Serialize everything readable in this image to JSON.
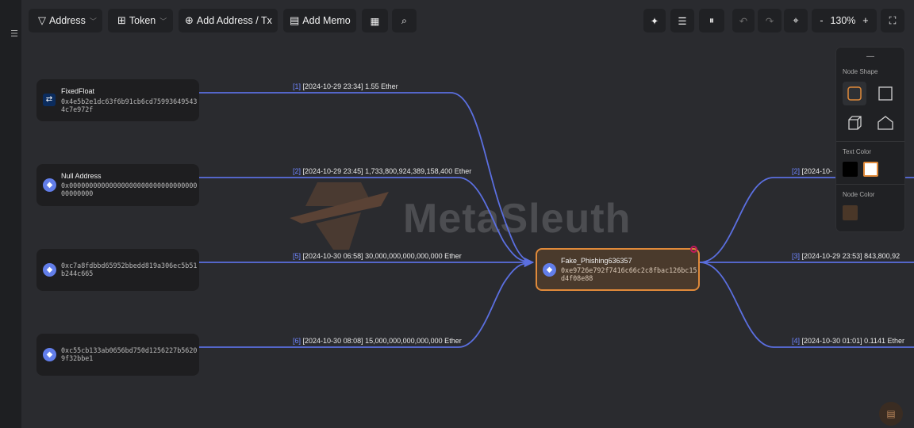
{
  "toolbar": {
    "address_filter": "Address",
    "token_filter": "Token",
    "add_address": "Add Address / Tx",
    "add_memo": "Add Memo",
    "zoom_minus": "-",
    "zoom_level": "130%",
    "zoom_plus": "+"
  },
  "watermark": "MetaSleuth",
  "nodes": {
    "fixedfloat": {
      "name": "FixedFloat",
      "address": "0x4e5b2e1dc63f6b91cb6cd759936495434c7e972f"
    },
    "null_address": {
      "name": "Null Address",
      "address": "0x0000000000000000000000000000000000000000"
    },
    "source_c7a8": {
      "address": "0xc7a8fdbbd65952bbedd819a306ec5b51b244c665"
    },
    "source_c55c": {
      "address": "0xc55cb133ab0656bd750d1256227b56209f32bbe1"
    },
    "center": {
      "name": "Fake_Phishing636357",
      "address": "0xe9726e792f7416c66c2c8fbac126bc15d4f08e88"
    }
  },
  "edges": [
    {
      "index": "[1]",
      "text": "[2024-10-29 23:34] 1.55 Ether"
    },
    {
      "index": "[2]",
      "text": "[2024-10-29 23:45] 1,733,800,924,389,158,400 Ether"
    },
    {
      "index": "[5]",
      "text": "[2024-10-30 06:58] 30,000,000,000,000,000 Ether"
    },
    {
      "index": "[6]",
      "text": "[2024-10-30 08:08] 15,000,000,000,000,000 Ether"
    },
    {
      "index": "[2]",
      "text": "[2024-10-"
    },
    {
      "index": "[3]",
      "text": "[2024-10-29 23:53] 843,800,92"
    },
    {
      "index": "[4]",
      "text": "[2024-10-30 01:01] 0.1141 Ether"
    }
  ],
  "panel": {
    "handle": "—",
    "node_shape_label": "Node Shape",
    "text_color_label": "Text Color",
    "node_color_label": "Node Color"
  },
  "colors": {
    "edge": "#5b6fe0",
    "center_border": "#e08a3a",
    "center_fill": "#4a3a2c",
    "accent_dot": "#c2185b",
    "node_color_swatch": "#4a3728",
    "eth": "#627eea"
  }
}
